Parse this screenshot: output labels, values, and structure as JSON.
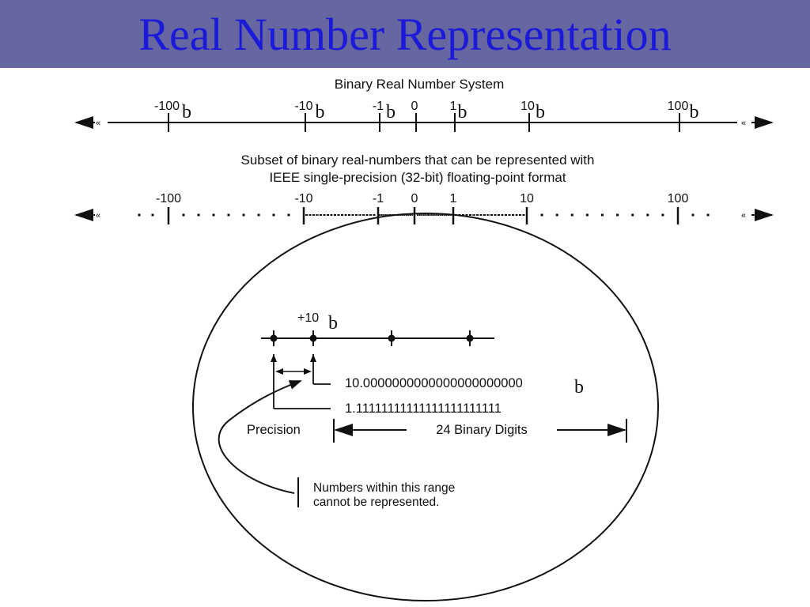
{
  "slide": {
    "title": "Real Number Representation"
  },
  "diagram": {
    "top_line": {
      "heading": "Binary Real Number System",
      "ticks": [
        {
          "label": "-100",
          "suffix": "b"
        },
        {
          "label": "-10",
          "suffix": "b"
        },
        {
          "label": "-1",
          "suffix": "b"
        },
        {
          "label": "0",
          "suffix": ""
        },
        {
          "label": "1",
          "suffix": "b"
        },
        {
          "label": "10",
          "suffix": "b"
        },
        {
          "label": "100",
          "suffix": "b"
        }
      ],
      "ellipsis_mark": "«"
    },
    "subset_line": {
      "heading_line1": "Subset of binary real-numbers that can be represented with",
      "heading_line2": "IEEE single-precision (32-bit) floating-point format",
      "ticks": [
        "-100",
        "-10",
        "-1",
        "0",
        "1",
        "10",
        "100"
      ]
    },
    "zoom": {
      "tick_label": "+10",
      "tick_suffix": "b",
      "upper_value": "10.0000000000000000000000",
      "upper_suffix": "b",
      "lower_value": "1.11111111111111111111111",
      "precision_label": "Precision",
      "digits_label": "24 Binary Digits",
      "note_line1": "Numbers within this range",
      "note_line2": "cannot be represented."
    }
  }
}
